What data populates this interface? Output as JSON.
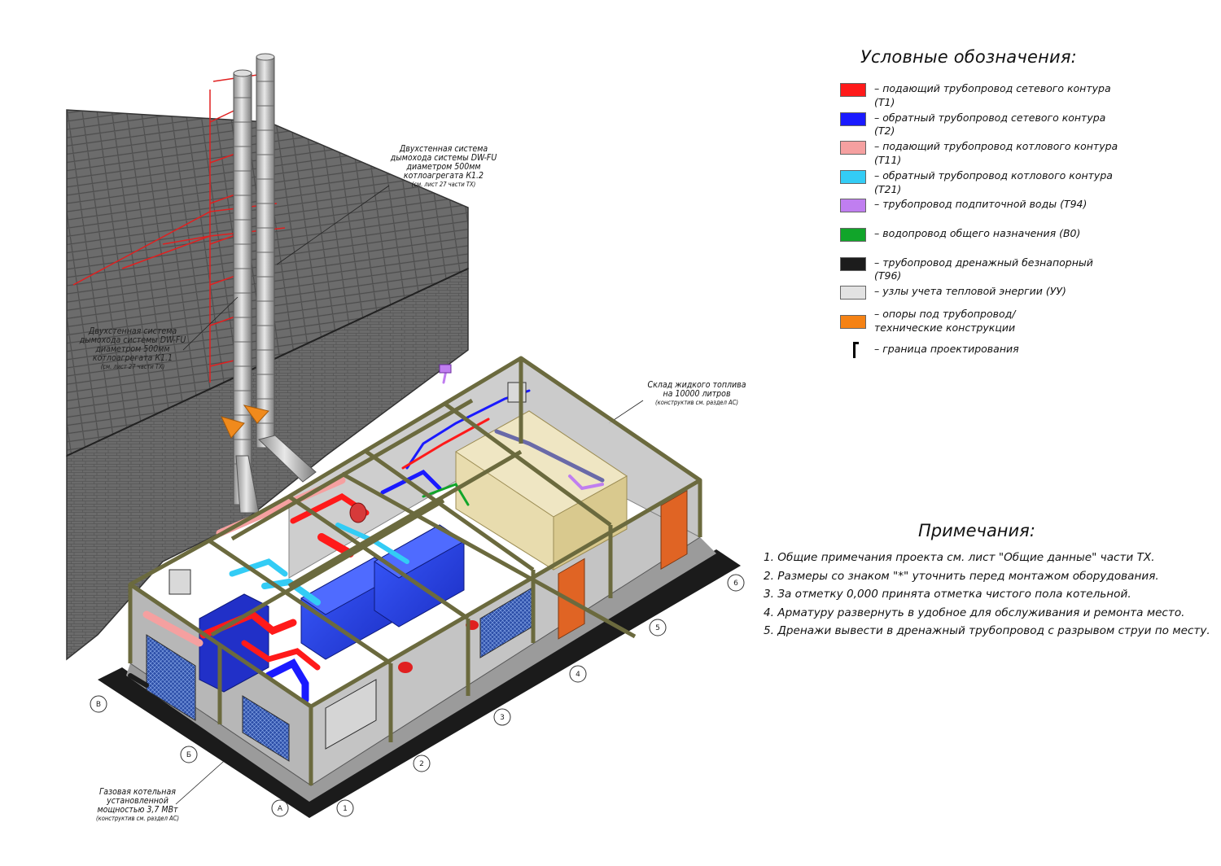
{
  "callouts": {
    "flue_k12": {
      "lines": [
        "Двухстенная система",
        "дымохода системы DW-FU",
        "диаметром 500мм",
        "котлоагрегата К1.2"
      ],
      "sub": "(см. лист 27 части ТХ)"
    },
    "flue_k11": {
      "lines": [
        "Двухстенная система",
        "дымохода системы DW-FU",
        "диаметром 500мм",
        "котлоагрегата К1.1"
      ],
      "sub": "(см. лист 27 части ТХ)"
    },
    "fuel_storage": {
      "lines": [
        "Склад жидкого топлива",
        "на 10000 литров"
      ],
      "sub": "(конструктив см. раздел АС)"
    },
    "boiler_house": {
      "lines": [
        "Газовая котельная",
        "установленной",
        "мощностью 3,7 МВт"
      ],
      "sub": "(конструктив см. раздел АС)"
    }
  },
  "axes": {
    "numbers": [
      "1",
      "2",
      "3",
      "4",
      "5",
      "6"
    ],
    "letters": [
      "А",
      "Б",
      "В"
    ]
  },
  "legend": {
    "title": "Условные обозначения:",
    "items": [
      {
        "color": "#ff1a1a",
        "label": "– подающий трубопровод сетевого контура (Т1)"
      },
      {
        "color": "#1a1aff",
        "label": "– обратный трубопровод сетевого контура (Т2)"
      },
      {
        "color": "#f5a0a0",
        "label": "– подающий трубопровод котлового контура (Т11)"
      },
      {
        "color": "#33ccf5",
        "label": "– обратный трубопровод котлового контура (Т21)"
      },
      {
        "color": "#c07ef0",
        "label": "– трубопровод подпиточной воды (Т94)"
      },
      {
        "color": "#11a52a",
        "label": "– водопровод общего назначения (В0)"
      },
      {
        "color": "#1c1c1c",
        "label": "– трубопровод дренажный безнапорный (Т96)"
      },
      {
        "color": "#e2e2e2",
        "label": "– узлы учета тепловой энергии (УУ)"
      },
      {
        "color": "#f58214",
        "label": "– опоры под трубопровод/технические конструкции"
      }
    ],
    "boundary_label": "– граница проектирования"
  },
  "notes": {
    "title": "Примечания:",
    "items": [
      "1. Общие примечания проекта см. лист \"Общие данные\" части ТХ.",
      "2. Размеры со знаком \"*\" уточнить перед монтажом оборудования.",
      "3. За отметку 0,000 принята отметка чистого пола котельной.",
      "4. Арматуру развернуть в удобное для обслуживания и ремонта место.",
      "5. Дренажи вывести в дренажный трубопровод с разрывом струи по месту."
    ]
  }
}
